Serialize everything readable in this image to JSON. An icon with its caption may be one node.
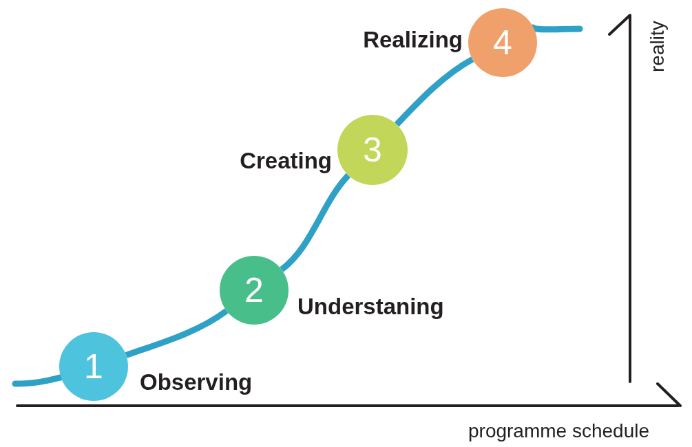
{
  "diagram": {
    "nodes": [
      {
        "text": [
          "1"
        ],
        "beside": [
          "Observing"
        ]
      },
      {
        "text": [
          "2"
        ],
        "beside": [
          "Understaning"
        ]
      },
      {
        "text": [
          "3"
        ],
        "beside": [
          "Creating"
        ]
      },
      {
        "text": [
          "4"
        ],
        "beside": [
          "Realizing"
        ]
      }
    ],
    "edges": [
      {
        "from": 0,
        "to": 1,
        "arrow": "none",
        "color": "#2fa0c6"
      },
      {
        "from": 1,
        "to": 2,
        "arrow": "none",
        "color": "#2fa0c6"
      },
      {
        "from": 2,
        "to": 3,
        "arrow": "none",
        "color": "#2fa0c6"
      }
    ],
    "labels": [
      "reality",
      "programme schedule"
    ]
  }
}
